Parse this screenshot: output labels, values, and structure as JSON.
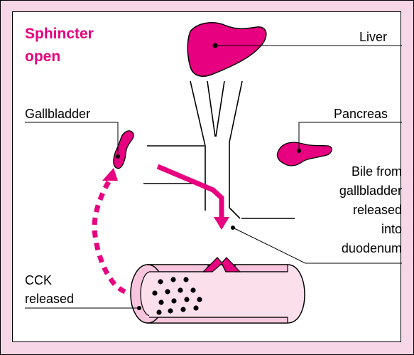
{
  "title": "Sphincter open",
  "labels": {
    "liver": "Liver",
    "gallbladder": "Gallbladder",
    "pancreas": "Pancreas",
    "bile_line1": "Bile from",
    "bile_line2": "gallbladder",
    "bile_line3": "released",
    "bile_line4": "into",
    "bile_line5": "duodenum",
    "cck_line1": "CCK",
    "cck_line2": "released"
  },
  "colors": {
    "background": "#f7d6e7",
    "accent": "#e7007f",
    "duodenum_light": "#f7c6de",
    "duodenum_lumen": "#fbe0ec"
  }
}
